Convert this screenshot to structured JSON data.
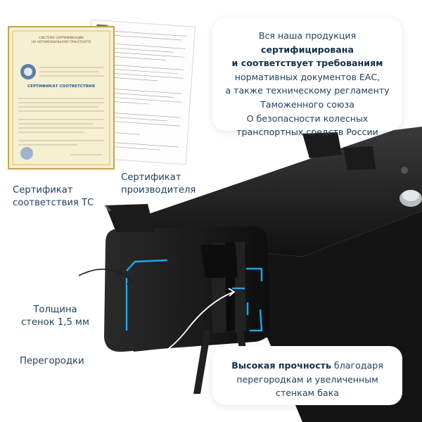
{
  "callout_top": {
    "line1": "Вся наша продукция",
    "line2": "сертифицирована",
    "line3": "и соответствует требованиям",
    "line4": "нормативных документов ЕАС,",
    "line5": "а также техническому регламенту",
    "line6": "Таможенного союза",
    "line7": "О безопасности колесных",
    "line8": "транспортных средств России"
  },
  "labels": {
    "cert_ts": "Сертификат соответствия ТС",
    "cert_ts_line1": "Сертификат",
    "cert_ts_line2": "соответствия ТС",
    "cert_maker_line1": "Сертификат",
    "cert_maker_line2": "производителя",
    "wall_line1": "Толщина",
    "wall_line2": "стенок 1,5 мм",
    "partitions": "Перегородки"
  },
  "callout_bottom": {
    "bold": "Высокая прочность",
    "rest1": " благодаря",
    "line2": "перегородкам и увеличенным",
    "line3": "стенкам бака"
  },
  "certificate_card": {
    "header_line1": "СИСТЕМА СЕРТИФИКАЦИИ",
    "header_line2": "НА АВТОМОБИЛЬНОМ ТРАНСПОРТЕ",
    "title": "СЕРТИФИКАТ  СООТВЕТСТВИЯ"
  },
  "colors": {
    "text": "#21415f",
    "accent_blue": "#1fa3e3",
    "tank_dark": "#1c1c1c",
    "cert_paper": "#f6f0d2",
    "cert_border": "#c9a24a"
  }
}
